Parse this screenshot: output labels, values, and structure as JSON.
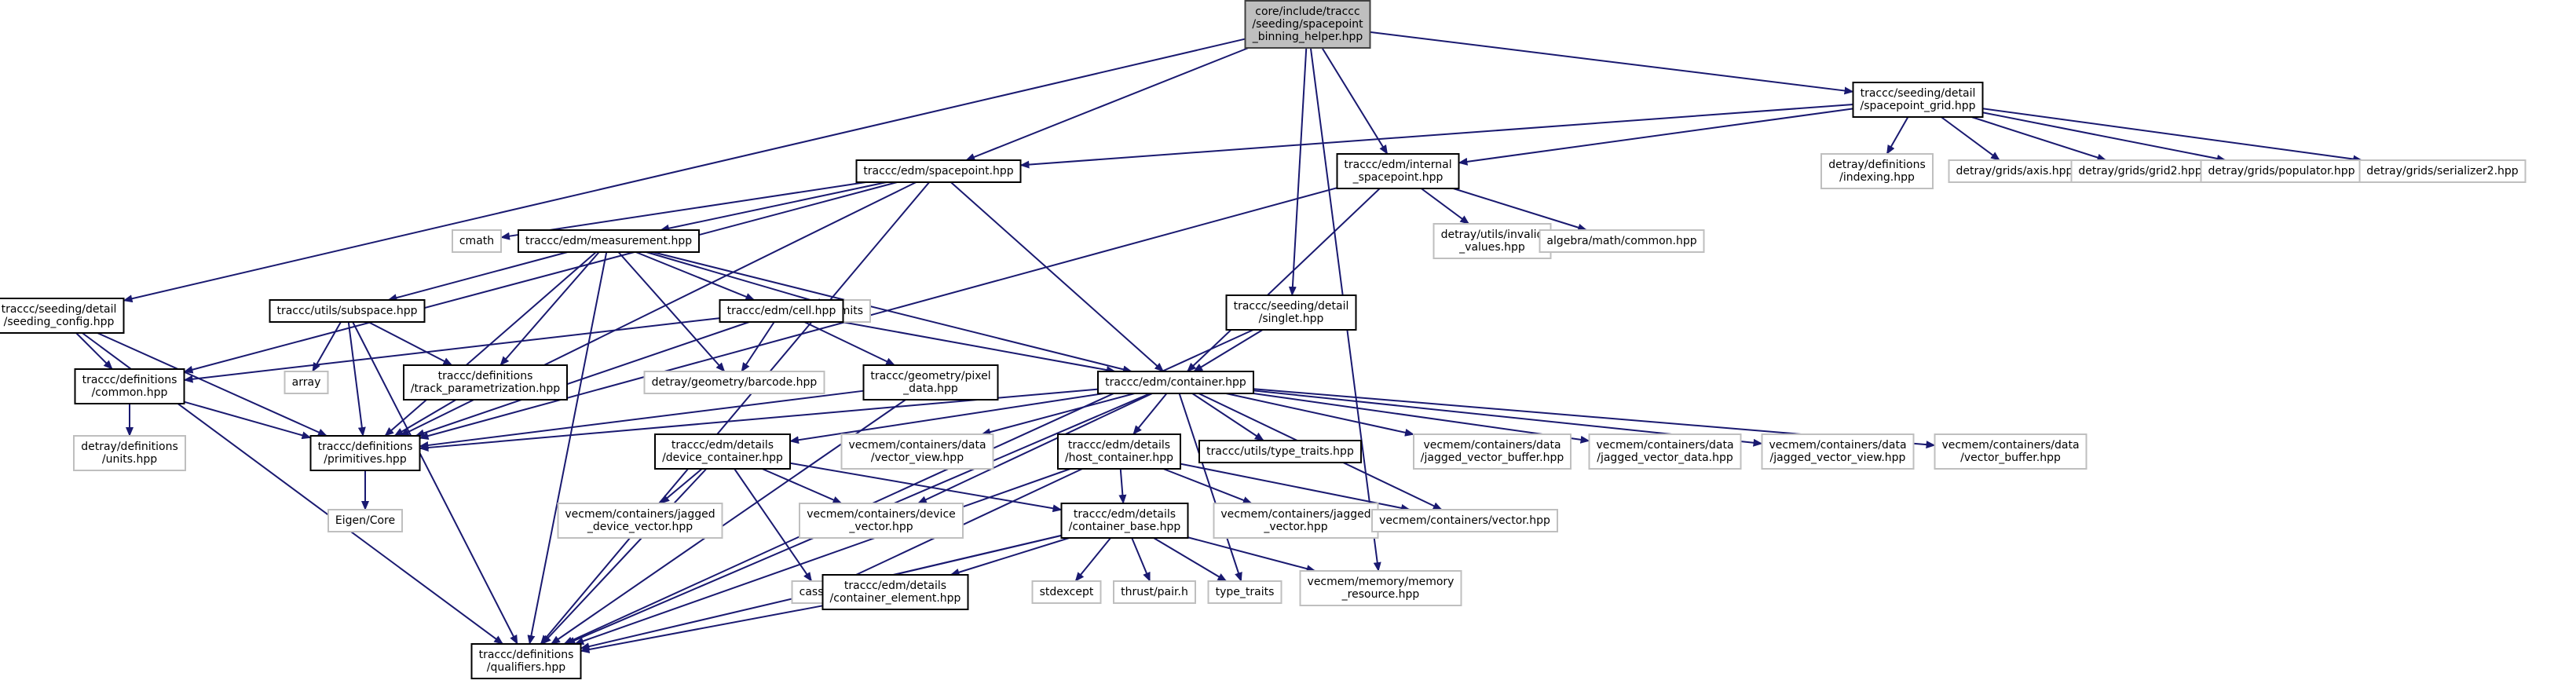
{
  "graph": {
    "edge_color": "#191970",
    "root_fill": "#bfbfbf",
    "internal_border": "#000000",
    "external_border": "#bfbfbf",
    "nodes": [
      {
        "id": "root",
        "kind": "root",
        "lines": [
          "core/include/traccc",
          "/seeding/spacepoint",
          "_binning_helper.hpp"
        ]
      },
      {
        "id": "seeding_config",
        "kind": "internal",
        "lines": [
          "traccc/seeding/detail",
          "/seeding_config.hpp"
        ]
      },
      {
        "id": "spacepoint",
        "kind": "internal",
        "lines": [
          "traccc/edm/spacepoint.hpp"
        ]
      },
      {
        "id": "internal_spacepoint",
        "kind": "internal",
        "lines": [
          "traccc/edm/internal",
          "_spacepoint.hpp"
        ]
      },
      {
        "id": "singlet",
        "kind": "internal",
        "lines": [
          "traccc/seeding/detail",
          "/singlet.hpp"
        ]
      },
      {
        "id": "spacepoint_grid",
        "kind": "internal",
        "lines": [
          "traccc/seeding/detail",
          "/spacepoint_grid.hpp"
        ]
      },
      {
        "id": "memory_resource",
        "kind": "external",
        "lines": [
          "vecmem/memory/memory",
          "_resource.hpp"
        ]
      },
      {
        "id": "common",
        "kind": "internal",
        "lines": [
          "traccc/definitions",
          "/common.hpp"
        ]
      },
      {
        "id": "primitives",
        "kind": "internal",
        "lines": [
          "traccc/definitions",
          "/primitives.hpp"
        ]
      },
      {
        "id": "qualifiers",
        "kind": "internal",
        "lines": [
          "traccc/definitions",
          "/qualifiers.hpp"
        ]
      },
      {
        "id": "units",
        "kind": "external",
        "lines": [
          "detray/definitions",
          "/units.hpp"
        ]
      },
      {
        "id": "eigen",
        "kind": "external",
        "lines": [
          "Eigen/Core"
        ]
      },
      {
        "id": "cmath",
        "kind": "external",
        "lines": [
          "cmath"
        ]
      },
      {
        "id": "measurement",
        "kind": "internal",
        "lines": [
          "traccc/edm/measurement.hpp"
        ]
      },
      {
        "id": "container",
        "kind": "internal",
        "lines": [
          "traccc/edm/container.hpp"
        ]
      },
      {
        "id": "subspace",
        "kind": "internal",
        "lines": [
          "traccc/utils/subspace.hpp"
        ]
      },
      {
        "id": "limits",
        "kind": "external",
        "lines": [
          "limits"
        ]
      },
      {
        "id": "cell",
        "kind": "internal",
        "lines": [
          "traccc/edm/cell.hpp"
        ]
      },
      {
        "id": "array",
        "kind": "external",
        "lines": [
          "array"
        ]
      },
      {
        "id": "track_param",
        "kind": "internal",
        "lines": [
          "traccc/definitions",
          "/track_parametrization.hpp"
        ]
      },
      {
        "id": "barcode",
        "kind": "external",
        "lines": [
          "detray/geometry/barcode.hpp"
        ]
      },
      {
        "id": "pixel_data",
        "kind": "internal",
        "lines": [
          "traccc/geometry/pixel",
          "_data.hpp"
        ]
      },
      {
        "id": "invalid_values",
        "kind": "external",
        "lines": [
          "detray/utils/invalid",
          "_values.hpp"
        ]
      },
      {
        "id": "algebra_common",
        "kind": "external",
        "lines": [
          "algebra/math/common.hpp"
        ]
      },
      {
        "id": "indexing",
        "kind": "external",
        "lines": [
          "detray/definitions",
          "/indexing.hpp"
        ]
      },
      {
        "id": "axis",
        "kind": "external",
        "lines": [
          "detray/grids/axis.hpp"
        ]
      },
      {
        "id": "grid2",
        "kind": "external",
        "lines": [
          "detray/grids/grid2.hpp"
        ]
      },
      {
        "id": "populator",
        "kind": "external",
        "lines": [
          "detray/grids/populator.hpp"
        ]
      },
      {
        "id": "serializer2",
        "kind": "external",
        "lines": [
          "detray/grids/serializer2.hpp"
        ]
      },
      {
        "id": "device_container",
        "kind": "internal",
        "lines": [
          "traccc/edm/details",
          "/device_container.hpp"
        ]
      },
      {
        "id": "data_vector_view",
        "kind": "external",
        "lines": [
          "vecmem/containers/data",
          "/vector_view.hpp"
        ]
      },
      {
        "id": "host_container",
        "kind": "internal",
        "lines": [
          "traccc/edm/details",
          "/host_container.hpp"
        ]
      },
      {
        "id": "type_traits_hpp",
        "kind": "internal",
        "lines": [
          "traccc/utils/type_traits.hpp"
        ]
      },
      {
        "id": "jagged_vector_buffer",
        "kind": "external",
        "lines": [
          "vecmem/containers/data",
          "/jagged_vector_buffer.hpp"
        ]
      },
      {
        "id": "jagged_vector_data",
        "kind": "external",
        "lines": [
          "vecmem/containers/data",
          "/jagged_vector_data.hpp"
        ]
      },
      {
        "id": "jagged_vector_view",
        "kind": "external",
        "lines": [
          "vecmem/containers/data",
          "/jagged_vector_view.hpp"
        ]
      },
      {
        "id": "vector_buffer",
        "kind": "external",
        "lines": [
          "vecmem/containers/data",
          "/vector_buffer.hpp"
        ]
      },
      {
        "id": "jagged_device_vector",
        "kind": "external",
        "lines": [
          "vecmem/containers/jagged",
          "_device_vector.hpp"
        ]
      },
      {
        "id": "device_vector",
        "kind": "external",
        "lines": [
          "vecmem/containers/device",
          "_vector.hpp"
        ]
      },
      {
        "id": "container_base",
        "kind": "internal",
        "lines": [
          "traccc/edm/details",
          "/container_base.hpp"
        ]
      },
      {
        "id": "jagged_vector",
        "kind": "external",
        "lines": [
          "vecmem/containers/jagged",
          "_vector.hpp"
        ]
      },
      {
        "id": "vector_hpp",
        "kind": "external",
        "lines": [
          "vecmem/containers/vector.hpp"
        ]
      },
      {
        "id": "cassert",
        "kind": "external",
        "lines": [
          "cassert"
        ]
      },
      {
        "id": "container_element",
        "kind": "internal",
        "lines": [
          "traccc/edm/details",
          "/container_element.hpp"
        ]
      },
      {
        "id": "stdexcept",
        "kind": "external",
        "lines": [
          "stdexcept"
        ]
      },
      {
        "id": "thrust_pair",
        "kind": "external",
        "lines": [
          "thrust/pair.h"
        ]
      },
      {
        "id": "type_traits",
        "kind": "external",
        "lines": [
          "type_traits"
        ]
      }
    ],
    "edges": [
      [
        "root",
        "seeding_config"
      ],
      [
        "root",
        "spacepoint"
      ],
      [
        "root",
        "internal_spacepoint"
      ],
      [
        "root",
        "singlet"
      ],
      [
        "root",
        "spacepoint_grid"
      ],
      [
        "root",
        "memory_resource"
      ],
      [
        "spacepoint_grid",
        "spacepoint"
      ],
      [
        "spacepoint_grid",
        "internal_spacepoint"
      ],
      [
        "spacepoint_grid",
        "indexing"
      ],
      [
        "spacepoint_grid",
        "axis"
      ],
      [
        "spacepoint_grid",
        "grid2"
      ],
      [
        "spacepoint_grid",
        "populator"
      ],
      [
        "spacepoint_grid",
        "serializer2"
      ],
      [
        "spacepoint",
        "common"
      ],
      [
        "spacepoint",
        "cmath"
      ],
      [
        "spacepoint",
        "measurement"
      ],
      [
        "spacepoint",
        "container"
      ],
      [
        "spacepoint",
        "primitives"
      ],
      [
        "spacepoint",
        "qualifiers"
      ],
      [
        "internal_spacepoint",
        "primitives"
      ],
      [
        "internal_spacepoint",
        "invalid_values"
      ],
      [
        "internal_spacepoint",
        "algebra_common"
      ],
      [
        "internal_spacepoint",
        "container"
      ],
      [
        "seeding_config",
        "common"
      ],
      [
        "seeding_config",
        "primitives"
      ],
      [
        "seeding_config",
        "qualifiers"
      ],
      [
        "singlet",
        "container"
      ],
      [
        "singlet",
        "qualifiers"
      ],
      [
        "measurement",
        "subspace"
      ],
      [
        "measurement",
        "limits"
      ],
      [
        "measurement",
        "cell"
      ],
      [
        "measurement",
        "track_param"
      ],
      [
        "measurement",
        "barcode"
      ],
      [
        "measurement",
        "container"
      ],
      [
        "measurement",
        "primitives"
      ],
      [
        "measurement",
        "qualifiers"
      ],
      [
        "common",
        "units"
      ],
      [
        "common",
        "primitives"
      ],
      [
        "primitives",
        "eigen"
      ],
      [
        "subspace",
        "array"
      ],
      [
        "subspace",
        "primitives"
      ],
      [
        "subspace",
        "track_param"
      ],
      [
        "subspace",
        "qualifiers"
      ],
      [
        "cell",
        "common"
      ],
      [
        "cell",
        "barcode"
      ],
      [
        "cell",
        "pixel_data"
      ],
      [
        "cell",
        "container"
      ],
      [
        "cell",
        "primitives"
      ],
      [
        "track_param",
        "primitives"
      ],
      [
        "pixel_data",
        "primitives"
      ],
      [
        "pixel_data",
        "qualifiers"
      ],
      [
        "container",
        "primitives"
      ],
      [
        "container",
        "device_container"
      ],
      [
        "container",
        "data_vector_view"
      ],
      [
        "container",
        "host_container"
      ],
      [
        "container",
        "type_traits_hpp"
      ],
      [
        "container",
        "jagged_vector_buffer"
      ],
      [
        "container",
        "jagged_vector_data"
      ],
      [
        "container",
        "jagged_vector_view"
      ],
      [
        "container",
        "vector_buffer"
      ],
      [
        "container",
        "device_vector"
      ],
      [
        "container",
        "vector_hpp"
      ],
      [
        "container",
        "type_traits"
      ],
      [
        "container",
        "qualifiers"
      ],
      [
        "device_container",
        "jagged_device_vector"
      ],
      [
        "device_container",
        "device_vector"
      ],
      [
        "device_container",
        "container_base"
      ],
      [
        "device_container",
        "cassert"
      ],
      [
        "device_container",
        "qualifiers"
      ],
      [
        "host_container",
        "jagged_vector"
      ],
      [
        "host_container",
        "vector_hpp"
      ],
      [
        "host_container",
        "container_base"
      ],
      [
        "host_container",
        "cassert"
      ],
      [
        "host_container",
        "qualifiers"
      ],
      [
        "container_base",
        "cassert"
      ],
      [
        "container_base",
        "container_element"
      ],
      [
        "container_base",
        "stdexcept"
      ],
      [
        "container_base",
        "thrust_pair"
      ],
      [
        "container_base",
        "type_traits"
      ],
      [
        "container_base",
        "memory_resource"
      ],
      [
        "container_base",
        "qualifiers"
      ],
      [
        "container_element",
        "qualifiers"
      ]
    ]
  }
}
